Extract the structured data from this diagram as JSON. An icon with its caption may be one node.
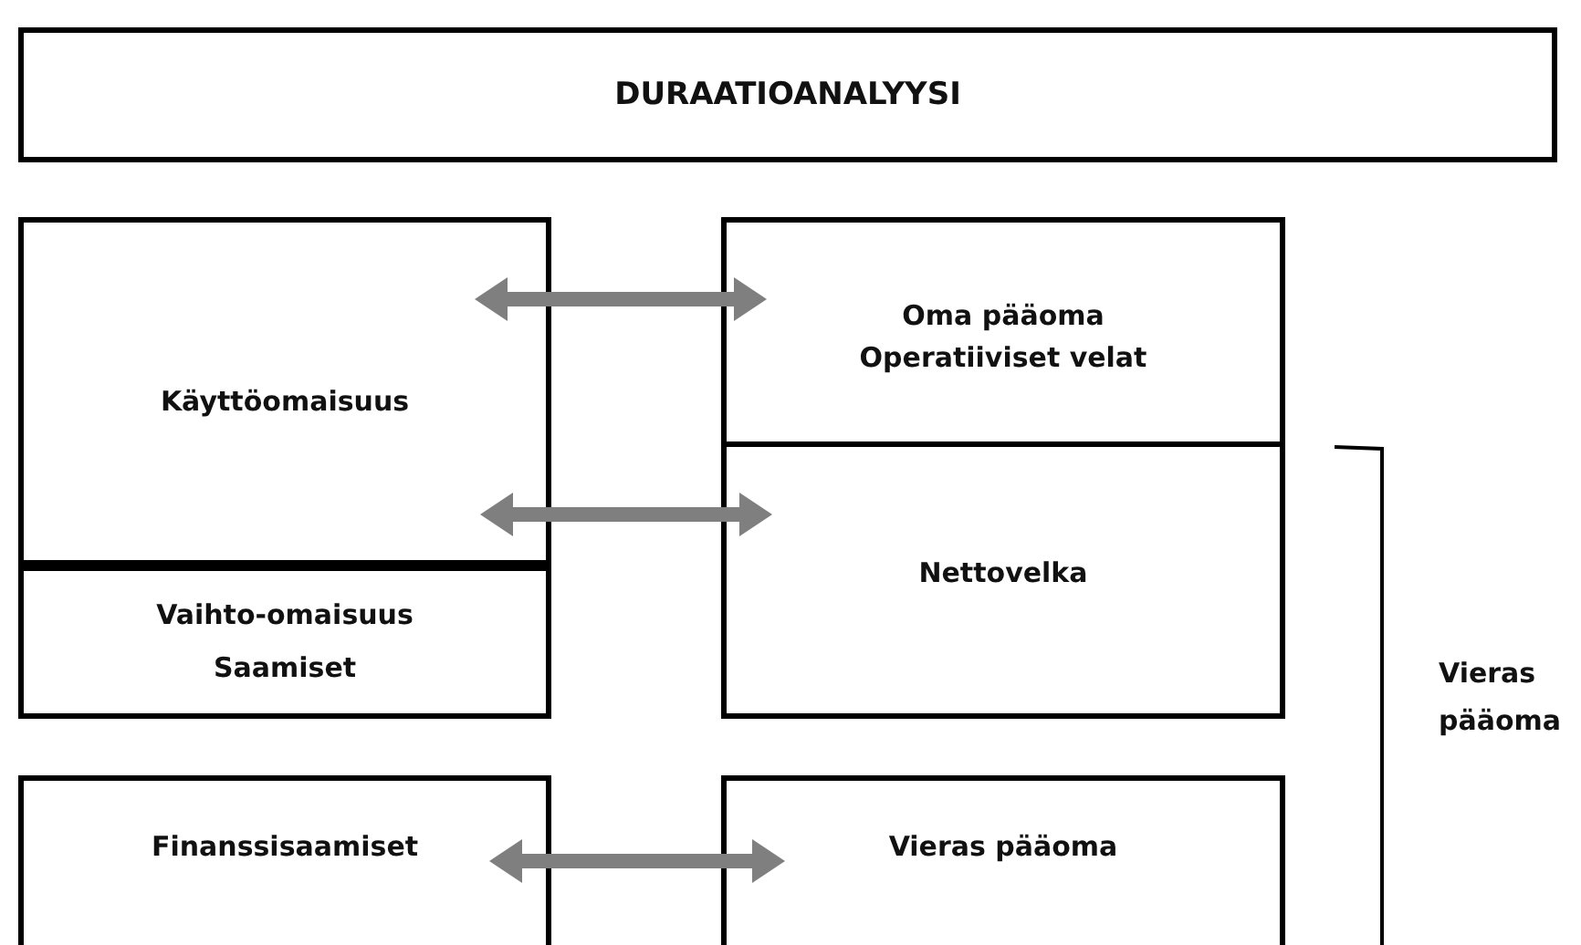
{
  "diagram": {
    "nodes": [
      {
        "text": [
          "DURAATIOANALYYSI"
        ]
      },
      {
        "text": [
          "Käyttöomaisuus"
        ]
      },
      {
        "text": [
          "Vaihto-omaisuus",
          "Saamiset"
        ]
      },
      {
        "text": [
          "Oma pääoma",
          "Operatiiviset velat"
        ]
      },
      {
        "text": [
          "Nettovelka"
        ]
      },
      {
        "text": [
          "Finanssisaamiset"
        ]
      },
      {
        "text": [
          "Vieras pääoma"
        ]
      }
    ],
    "edges": [
      {
        "from": 1,
        "to": 3,
        "arrow": "both"
      },
      {
        "from": 1,
        "to": 4,
        "arrow": "both"
      },
      {
        "from": 5,
        "to": 6,
        "arrow": "both"
      }
    ],
    "labels": [
      "Vieras pääoma"
    ]
  }
}
